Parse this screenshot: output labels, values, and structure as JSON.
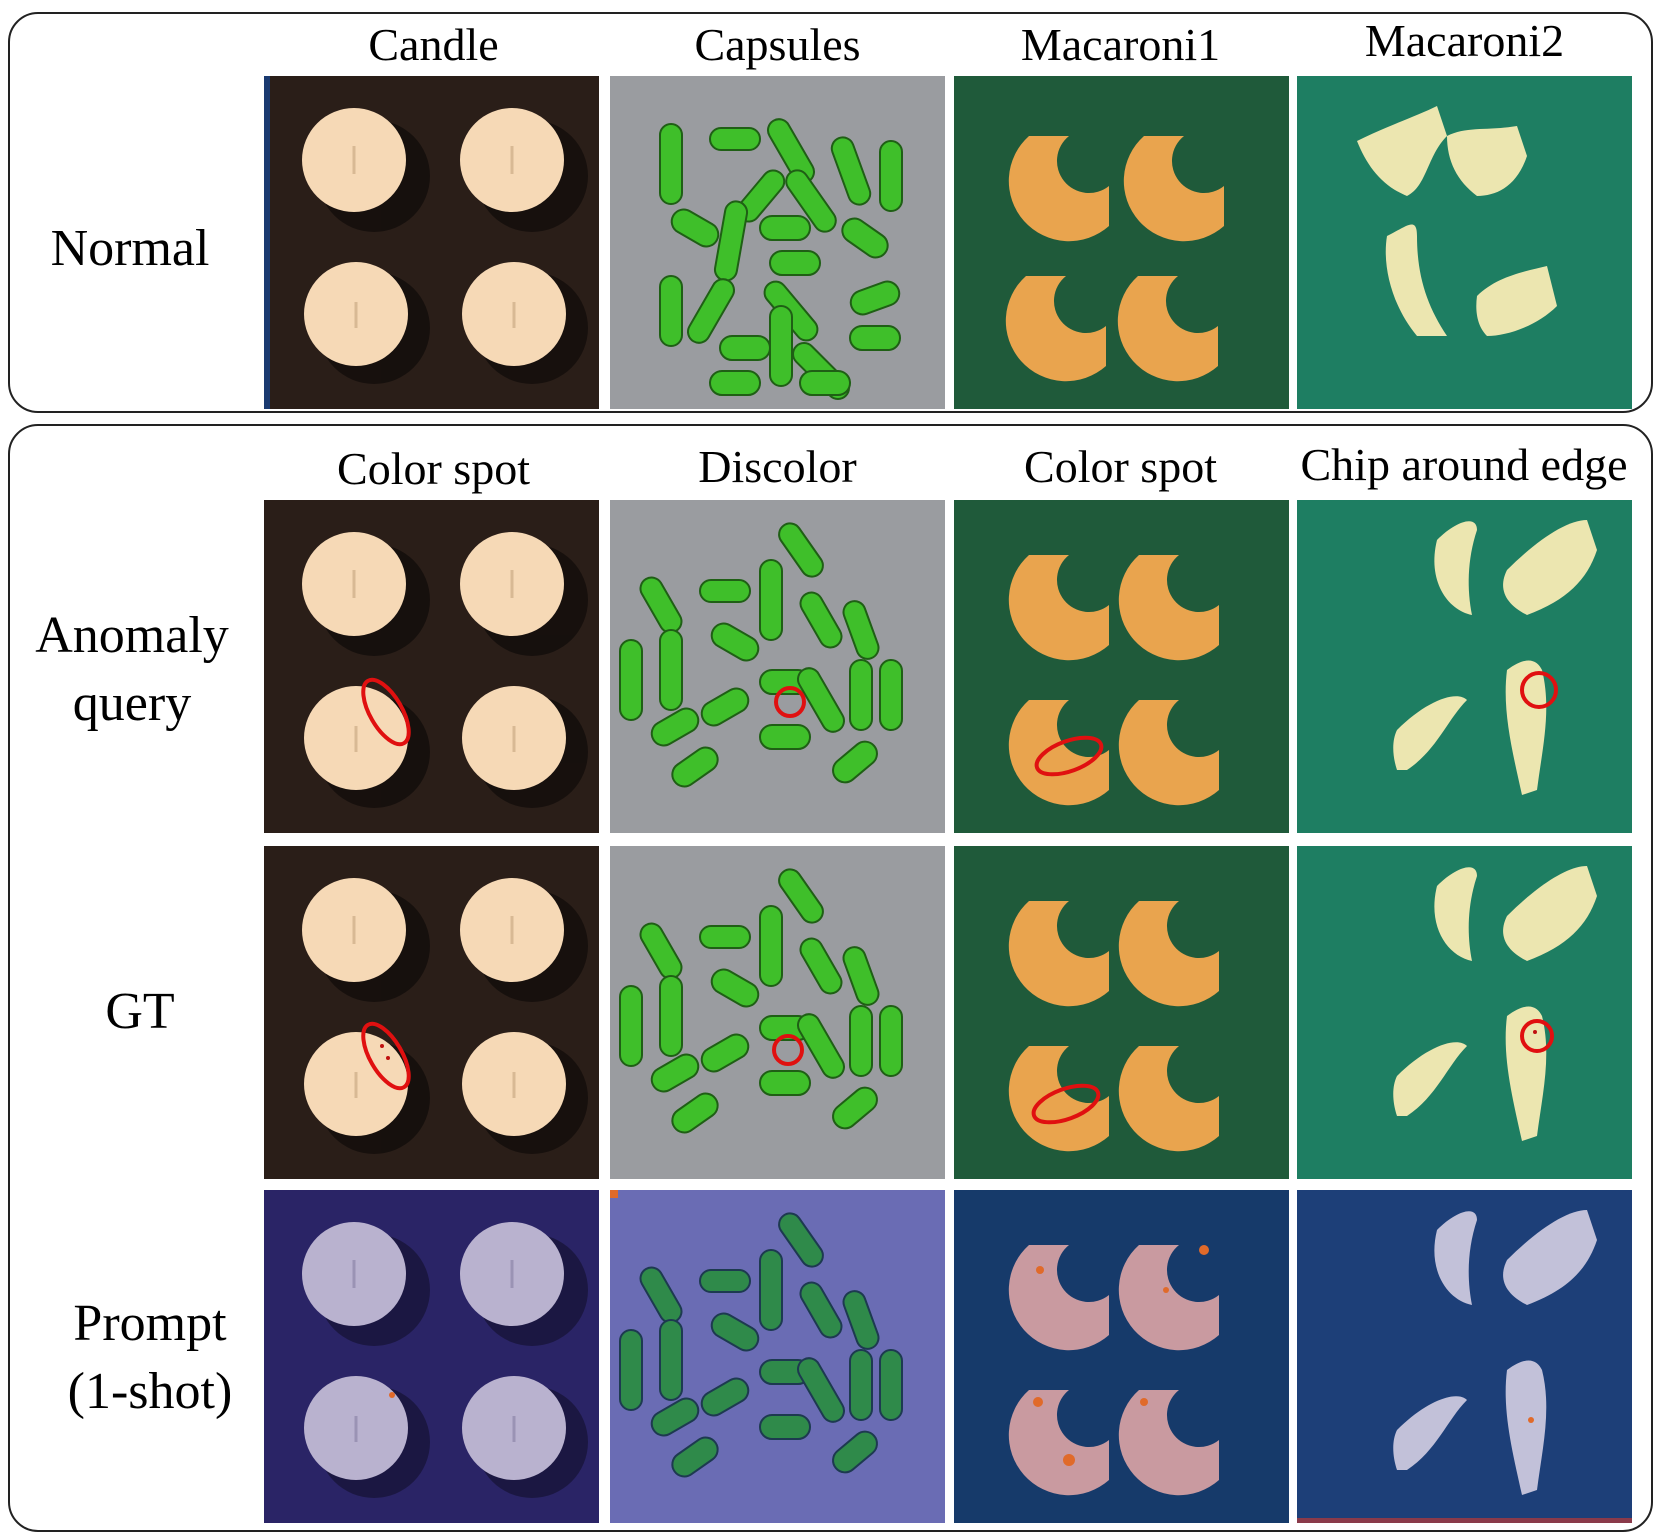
{
  "top_panel": {
    "columns": [
      "Candle",
      "Capsules",
      "Macaroni1",
      "Macaroni2"
    ],
    "row_label": "Normal"
  },
  "bottom_panel": {
    "columns": [
      "Color spot",
      "Discolor",
      "Color spot",
      "Chip around edge"
    ],
    "rows": [
      {
        "label_line1": "Anomaly",
        "label_line2": "query"
      },
      {
        "label_line1": "GT",
        "label_line2": ""
      },
      {
        "label_line1": "Prompt",
        "label_line2": "(1-shot)"
      }
    ]
  },
  "colors": {
    "candle_bg": "#2a1e18",
    "candle_disc": "#f6d9b6",
    "capsule_bg": "#9a9ca0",
    "capsule_green": "#3fbf2a",
    "macaroni1_bg": "#1f5a3a",
    "macaroni1_pasta": "#e9a44e",
    "macaroni2_bg": "#1e7e62",
    "macaroni2_pasta": "#ece6b0",
    "anomaly_mark": "#e01010",
    "prompt_candle_bg": "#2a2466",
    "prompt_candle_disc": "#b9b2cf",
    "prompt_capsule_bg": "#6a6cb4",
    "prompt_mac1_bg": "#163a6a",
    "prompt_mac1_pasta": "#c99aa0",
    "prompt_mac2_bg": "#1d3f78",
    "prompt_mac2_pasta": "#c2c1d9",
    "prompt_dot": "#e06a2a"
  }
}
